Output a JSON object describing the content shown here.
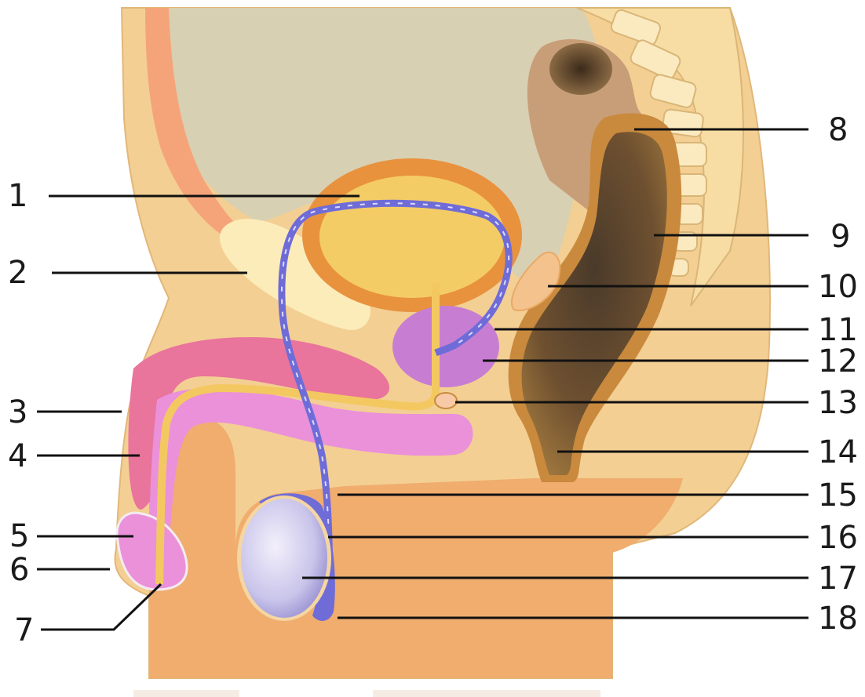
{
  "diagram": {
    "labels": [
      {
        "id": "1",
        "text": "1"
      },
      {
        "id": "2",
        "text": "2"
      },
      {
        "id": "3",
        "text": "3"
      },
      {
        "id": "4",
        "text": "4"
      },
      {
        "id": "5",
        "text": "5"
      },
      {
        "id": "6",
        "text": "6"
      },
      {
        "id": "7",
        "text": "7"
      },
      {
        "id": "8",
        "text": "8"
      },
      {
        "id": "9",
        "text": "9"
      },
      {
        "id": "10",
        "text": "10"
      },
      {
        "id": "11",
        "text": "11"
      },
      {
        "id": "12",
        "text": "12"
      },
      {
        "id": "13",
        "text": "13"
      },
      {
        "id": "14",
        "text": "14"
      },
      {
        "id": "15",
        "text": "15"
      },
      {
        "id": "16",
        "text": "16"
      },
      {
        "id": "17",
        "text": "17"
      },
      {
        "id": "18",
        "text": "18"
      }
    ]
  }
}
